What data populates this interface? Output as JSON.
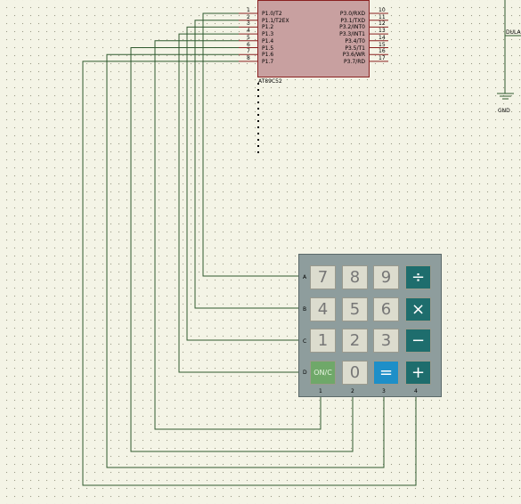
{
  "chip": {
    "name": "AT89C52",
    "left_pins": [
      {
        "num": "1",
        "label": "P1.0/T2"
      },
      {
        "num": "2",
        "label": "P1.1/T2EX"
      },
      {
        "num": "3",
        "label": "P1.2"
      },
      {
        "num": "4",
        "label": "P1.3"
      },
      {
        "num": "5",
        "label": "P1.4"
      },
      {
        "num": "6",
        "label": "P1.5"
      },
      {
        "num": "7",
        "label": "P1.6"
      },
      {
        "num": "8",
        "label": "P1.7"
      }
    ],
    "right_pins": [
      {
        "num": "10",
        "label": "P3.0/RXD"
      },
      {
        "num": "11",
        "label": "P3.1/TXD"
      },
      {
        "num": "12",
        "label": "P3.2/INT0"
      },
      {
        "num": "13",
        "label": "P3.3/INT1"
      },
      {
        "num": "14",
        "label": "P3.4/T0"
      },
      {
        "num": "15",
        "label": "P3.5/T1"
      },
      {
        "num": "16",
        "label": "P3.6/WR"
      },
      {
        "num": "17",
        "label": "P3.7/RD"
      }
    ]
  },
  "keypad": {
    "rows": [
      "A",
      "B",
      "C",
      "D"
    ],
    "cols": [
      "1",
      "2",
      "3",
      "4"
    ],
    "keys": [
      [
        "7",
        "8",
        "9",
        "÷"
      ],
      [
        "4",
        "5",
        "6",
        "×"
      ],
      [
        "1",
        "2",
        "3",
        "−"
      ],
      [
        "ON/C",
        "0",
        "=",
        "+"
      ]
    ]
  },
  "gnd_label": "GND",
  "partial_label": "DULA",
  "colors": {
    "wire": "#2f5a2f",
    "chip_fill": "#c8a0a0",
    "chip_border": "#8a2020",
    "pin": "#8a2020"
  }
}
